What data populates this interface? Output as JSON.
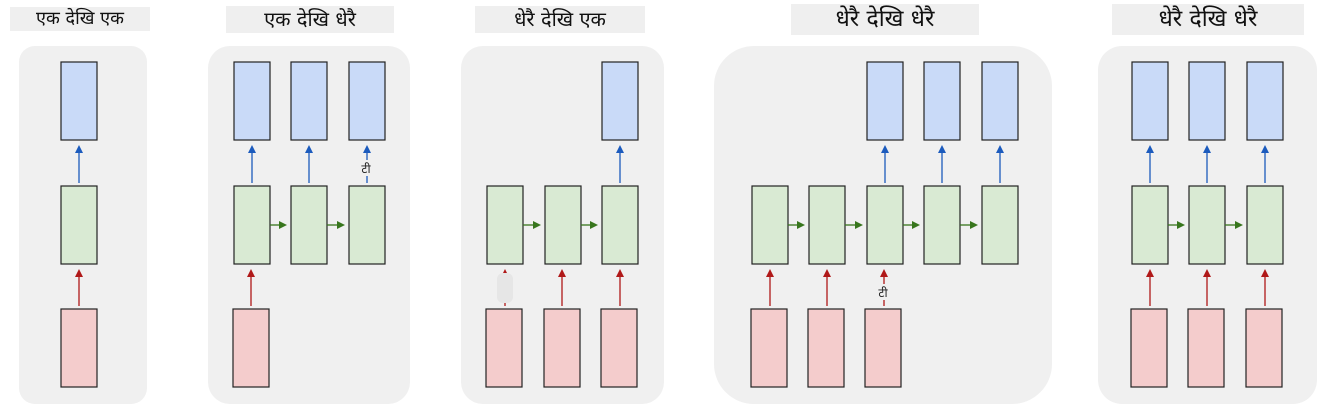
{
  "panels": [
    {
      "title": "एक देखि एक"
    },
    {
      "title": "एक देखि धेरै"
    },
    {
      "title": "धेरै देखि एक"
    },
    {
      "title": "धेरै देखि धेरै"
    },
    {
      "title": "धेरै देखि धेरै"
    }
  ],
  "annotations": {
    "t_label_1": "टी",
    "t_label_2": "टी"
  },
  "colors": {
    "panel_bg": "#f0f0f0",
    "input_fill": "#f4cccc",
    "hidden_fill": "#d9ead3",
    "output_fill": "#c9daf8",
    "input_arrow": "#b01919",
    "hidden_arrow": "#38761d",
    "output_arrow": "#1c5bbd"
  }
}
